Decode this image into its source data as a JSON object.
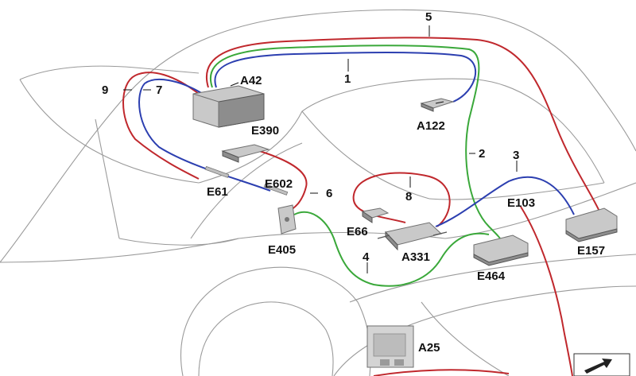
{
  "diagram": {
    "colors": {
      "red_cable": "#c0282d",
      "blue_cable": "#2c3fb0",
      "green_cable": "#3aa83a",
      "outline": "#9a9a9a",
      "component": "#c9c9c9"
    },
    "labels": {
      "n1": "1",
      "n2": "2",
      "n3": "3",
      "n4": "4",
      "n5": "5",
      "n6": "6",
      "n7": "7",
      "n8": "8",
      "n9": "9",
      "a42": "A42",
      "a122": "A122",
      "e390": "E390",
      "e602": "E602",
      "e61": "E61",
      "e103": "E103",
      "e66": "E66",
      "e405": "E405",
      "a331": "A331",
      "e157": "E157",
      "e464": "E464",
      "a25": "A25"
    },
    "corner_icon": "arrow-icon"
  }
}
